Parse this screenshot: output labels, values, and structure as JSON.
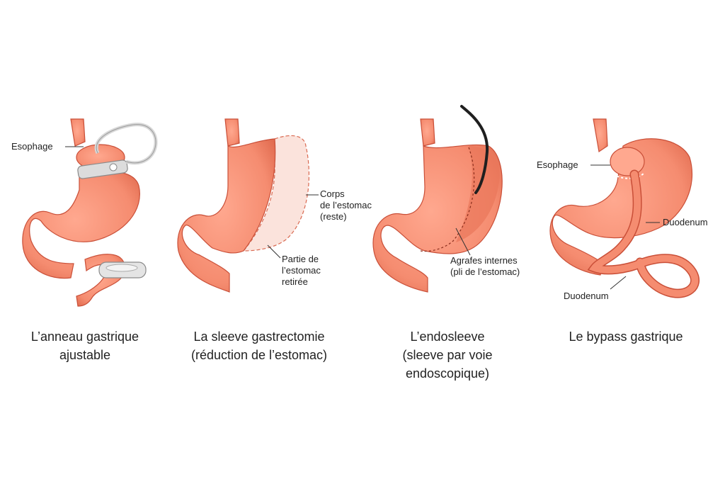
{
  "colors": {
    "stomach": "#f58c70",
    "stomach_shadow": "#e2674c",
    "outline": "#c94f38",
    "removed": "#fbe3dc",
    "band": "#d7d7d7",
    "leader": "#333333"
  },
  "panels": [
    {
      "procedure": "gastric-band",
      "caption": [
        "L’anneau gastrique",
        "ajustable"
      ],
      "labels": {
        "esophagus": "Esophage"
      }
    },
    {
      "procedure": "sleeve-gastrectomy",
      "caption": [
        "La sleeve gastrectomie",
        "(réduction de l’estomac)"
      ],
      "labels": {
        "stomach_body": [
          "Corps",
          "de l’estomac",
          "(reste)"
        ],
        "removed_part": [
          "Partie de",
          "l’estomac",
          "retirée"
        ]
      }
    },
    {
      "procedure": "endosleeve",
      "caption": [
        "L’endosleeve",
        "(sleeve par voie",
        "endoscopique)"
      ],
      "labels": {
        "sutures": [
          "Agrafes internes",
          "(pli de l’estomac)"
        ]
      }
    },
    {
      "procedure": "gastric-bypass",
      "caption": [
        "Le bypass gastrique"
      ],
      "labels": {
        "esophagus": "Esophage",
        "duodenum_right": "Duodenum",
        "duodenum_bottom": "Duodenum"
      }
    }
  ]
}
